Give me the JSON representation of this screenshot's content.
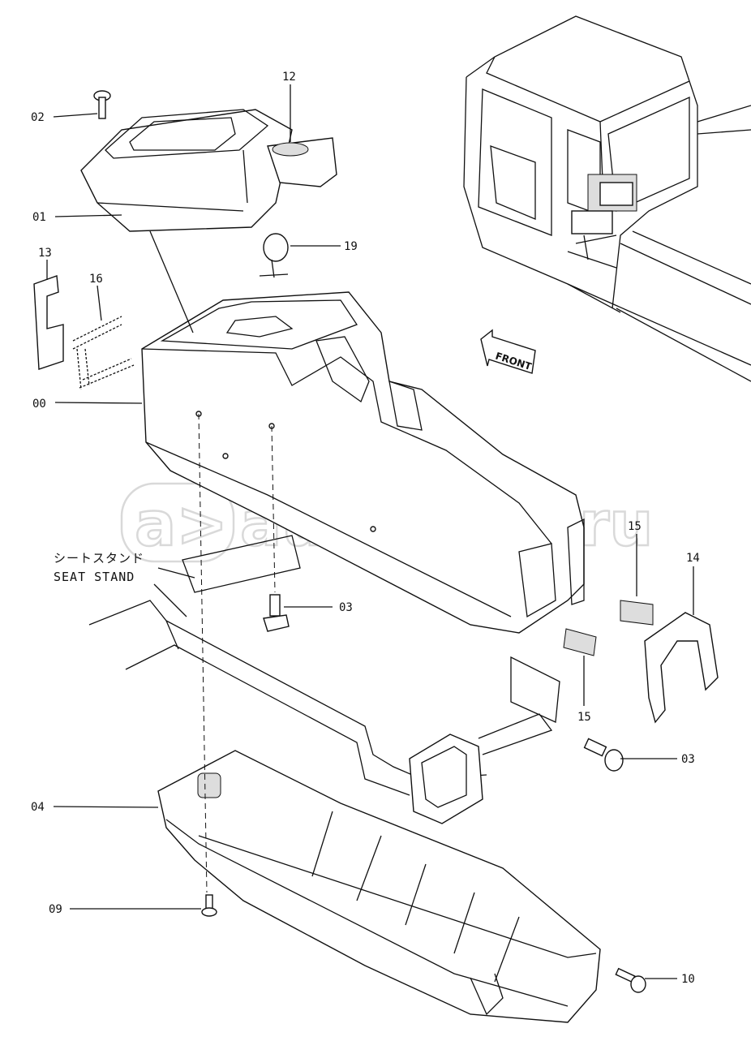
{
  "labels": {
    "p00": "00",
    "p01": "01",
    "p02": "02",
    "p03_a": "03",
    "p03_b": "03",
    "p04": "04",
    "p09": "09",
    "p10": "10",
    "p12": "12",
    "p13": "13",
    "p14": "14",
    "p15_a": "15",
    "p15_b": "15",
    "p16": "16",
    "p19": "19"
  },
  "seat_stand": {
    "jp": "シートスタンド",
    "en": "SEAT STAND"
  },
  "front_label": "FRONT",
  "watermark": "autopiter.ru"
}
